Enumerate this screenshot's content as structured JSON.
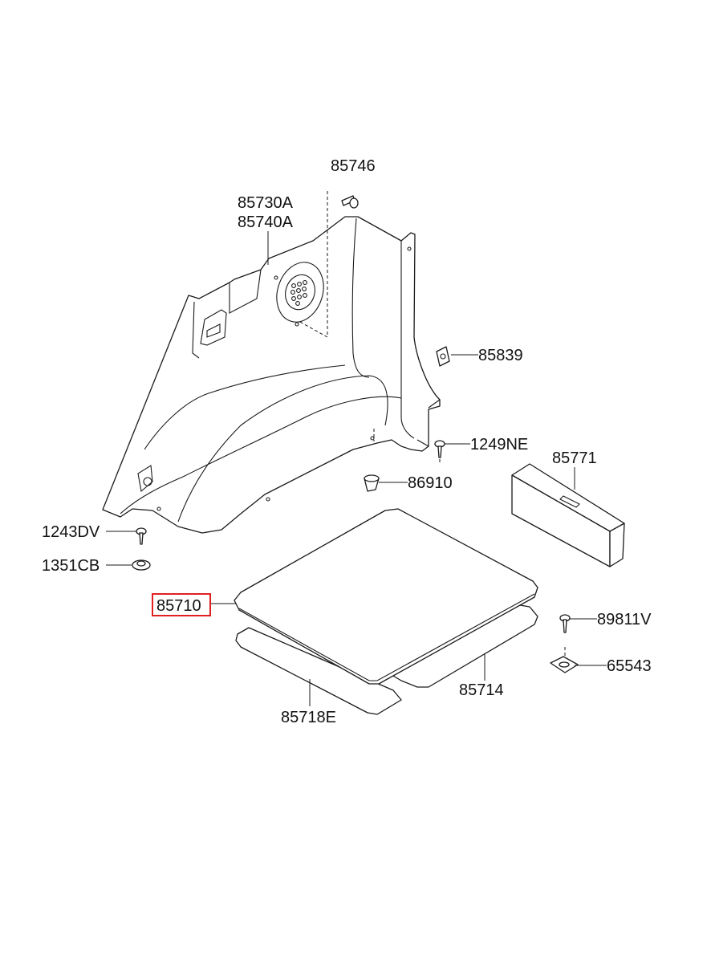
{
  "labels": {
    "p85746": "85746",
    "p85730A": "85730A",
    "p85740A": "85740A",
    "p85839": "85839",
    "p1249NE": "1249NE",
    "p85771": "85771",
    "p86910": "86910",
    "p1243DV": "1243DV",
    "p1351CB": "1351CB",
    "p85710": "85710",
    "p89811V": "89811V",
    "p65543": "65543",
    "p85714": "85714",
    "p85718E": "85718E"
  },
  "colors": {
    "line": "#1a1a1a",
    "highlight": "#e02020"
  },
  "highlighted_part": "85710"
}
